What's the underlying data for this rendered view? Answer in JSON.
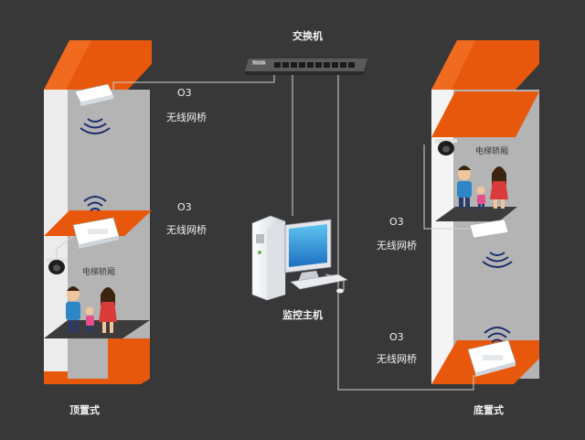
{
  "labels": {
    "switch": "交换机",
    "monitor_host": "监控主机",
    "top_mount": "顶置式",
    "bottom_mount": "底置式",
    "bridge_model": "O3",
    "bridge_name": "无线网桥",
    "elevator_car": "电梯轿厢",
    "brand": "Tenda"
  },
  "colors": {
    "background": "#383838",
    "orange": "#e8580c",
    "shaft_wall": "#f2f2f2",
    "shaft_interior": "#b9b9b9",
    "cable": "#d0d0d0",
    "signal": "#1b2c6b"
  }
}
